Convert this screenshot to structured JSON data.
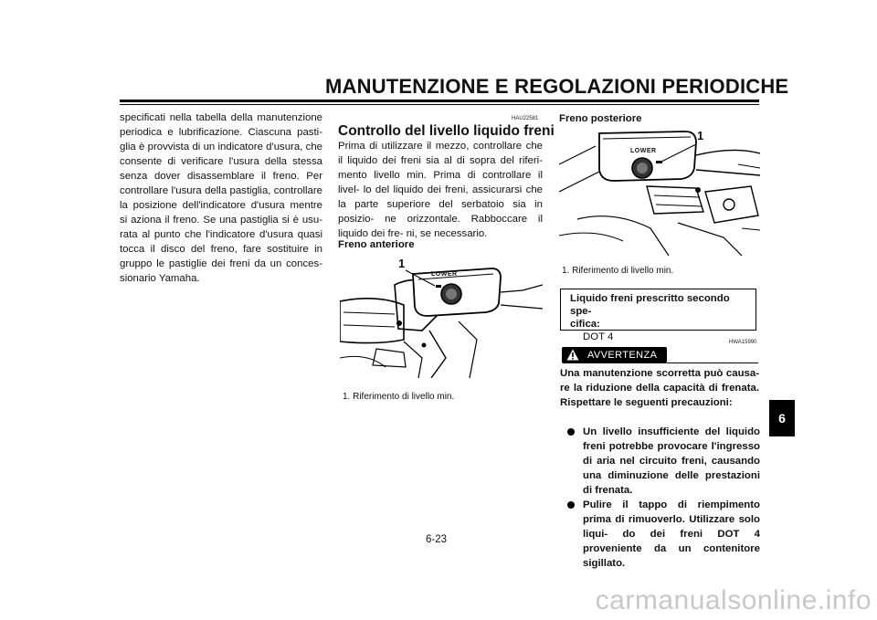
{
  "header": {
    "title": "MANUTENZIONE E REGOLAZIONI PERIODICHE"
  },
  "column1": {
    "text": "specificati nella tabella della manutenzione periodica e lubrificazione. Ciascuna pasti- glia è provvista di un indicatore d'usura, che consente di verificare l'usura della stessa senza dover disassemblare il freno. Per controllare l'usura della pastiglia, controllare la posizione dell'indicatore d'usura mentre si aziona il freno. Se una pastiglia si è usu- rata al punto che l'indicatore d'usura quasi tocca il disco del freno, fare sostituire in gruppo le pastiglie dei freni da un conces- sionario Yamaha."
  },
  "section": {
    "code": "HAU22581",
    "title": "Controllo del livello liquido freni",
    "intro": "Prima di utilizzare il mezzo, controllare che il liquido dei freni sia al di sopra del riferi- mento livello min. Prima di controllare il livel- lo del liquido dei freni, assicurarsi che la parte superiore del serbatoio sia in posizio- ne orizzontale. Rabboccare il liquido dei fre- ni, se necessario."
  },
  "front": {
    "heading": "Freno anteriore",
    "callout": "1",
    "reservoir_label": "LOWER",
    "caption": "1. Riferimento di livello min."
  },
  "rear": {
    "heading": "Freno posteriore",
    "callout": "1",
    "reservoir_label": "LOWER",
    "caption": "1. Riferimento di livello min."
  },
  "spec": {
    "title_line1": "Liquido freni prescritto secondo spe-",
    "title_line2": "cifica:",
    "value": "DOT 4"
  },
  "warning": {
    "code": "HWA15990",
    "label": "AVVERTENZA",
    "body": "Una manutenzione scorretta può causa- re la riduzione della capacità di frenata. Rispettare le seguenti precauzioni:",
    "bullets": [
      "Un livello insufficiente del liquido freni potrebbe provocare l'ingresso di aria nel circuito freni, causando una diminuzione delle prestazioni di frenata.",
      "Pulire il tappo di riempimento prima di rimuoverlo. Utilizzare solo liqui- do dei freni DOT 4 proveniente da un contenitore sigillato."
    ]
  },
  "chapter_tab": "6",
  "page_number": "6-23",
  "watermark": "carmanualsonline.info",
  "colors": {
    "ink": "#111111",
    "watermark": "#c8c8c8"
  }
}
